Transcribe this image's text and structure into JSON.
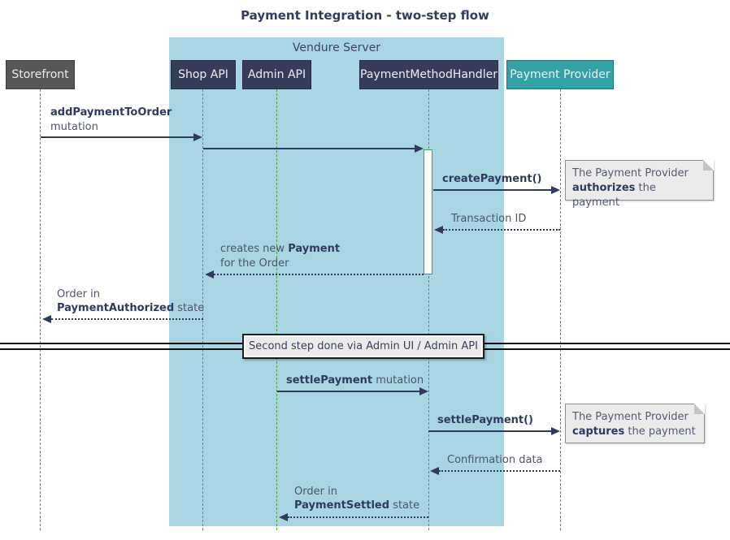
{
  "title": "Payment Integration - two-step flow",
  "container": {
    "label": "Vendure Server"
  },
  "participants": [
    {
      "label": "Storefront"
    },
    {
      "label": "Shop API"
    },
    {
      "label": "Admin API"
    },
    {
      "label": "PaymentMethodHandler"
    },
    {
      "label": "Payment Provider"
    }
  ],
  "messages": {
    "add_payment": {
      "bold": "addPaymentToOrder",
      "line2": "mutation"
    },
    "create_payment": {
      "label": "createPayment()"
    },
    "transaction_id": {
      "label": "Transaction ID"
    },
    "creates_payment": {
      "pre": "creates new ",
      "bold": "Payment",
      "line2": "for the Order"
    },
    "order_authorized": {
      "line1": "Order in",
      "bold": "PaymentAuthorized",
      "post": " state"
    },
    "settle_mutation": {
      "bold": "settlePayment",
      "post": " mutation"
    },
    "settle_call": {
      "label": "settlePayment()"
    },
    "confirmation": {
      "label": "Confirmation data"
    },
    "order_settled": {
      "line1": "Order in",
      "bold": "PaymentSettled",
      "post": " state"
    }
  },
  "divider": {
    "label": "Second step done via Admin UI / Admin API"
  },
  "notes": {
    "authorize": {
      "line1": "The Payment Provider",
      "bold": "authorizes",
      "post": " the payment"
    },
    "capture": {
      "line1": "The Payment Provider",
      "bold": "captures",
      "post": " the payment"
    }
  },
  "colors": {
    "participant_navy": "#353d5b",
    "participant_gray": "#575757",
    "participant_teal": "#33a1a5",
    "container_blue": "#a9d5e2",
    "lifeline_green": "#44a24c",
    "arrow_navy": "#303a5e",
    "note_bg": "#ebebeb"
  }
}
